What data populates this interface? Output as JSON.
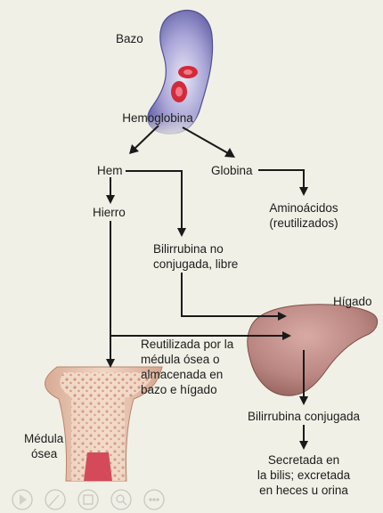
{
  "labels": {
    "spleen": "Bazo",
    "hemoglobin": "Hemoglobina",
    "heme": "Hem",
    "globin": "Globina",
    "iron": "Hierro",
    "amino_acids": [
      "Aminoácidos",
      "(reutilizados)"
    ],
    "unconjugated_bilirubin": [
      "Bilirrubina no",
      "conjugada, libre"
    ],
    "liver": "Hígado",
    "reused_iron": [
      "Reutilizada por la",
      "médula ósea o",
      "almacenada en",
      "bazo e hígado"
    ],
    "conjugated_bilirubin": "Bilirrubina conjugada",
    "secreted": [
      "Secretada en",
      "la bilis; excretada",
      "en heces u orina"
    ],
    "bone_marrow": [
      "Médula",
      "ósea"
    ]
  },
  "colors": {
    "background": "#f1f0e6",
    "spleen": "#7a76b8",
    "liver": "#b37e79",
    "red_cell": "#d22a3a",
    "bone": "#e8c7b2",
    "arrow": "#1a1a1a"
  },
  "controls": [
    {
      "icon": "play-icon"
    },
    {
      "icon": "pen-icon"
    },
    {
      "icon": "save-icon"
    },
    {
      "icon": "search-icon"
    },
    {
      "icon": "more-icon"
    }
  ]
}
